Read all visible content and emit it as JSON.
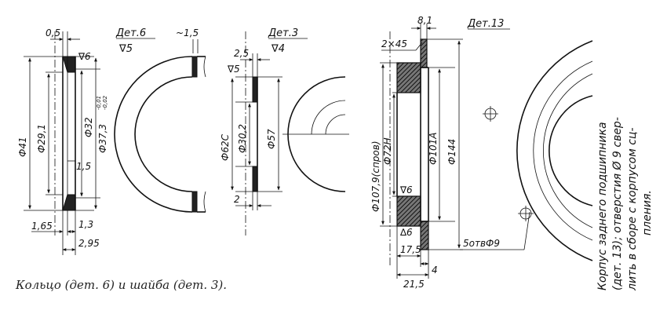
{
  "caption": "Кольцо (дет. 6) и шайба (дет. 3).",
  "note_lines": [
    "Корпус заднего подшипника",
    "(дет. 13); отверстия Ø 9 свер-",
    "лить в сборе с корпусом сц-",
    "пления."
  ],
  "part6": {
    "title": "Дет.6",
    "finish": "∇5",
    "dims": {
      "top": "0,5",
      "surface": "∇6",
      "d_outer": "Ф41",
      "d_inner": "Ф29,1",
      "d_bore": "Ф32",
      "d_fit": "Ф37,3",
      "tol_upper": "-0,01",
      "tol_lower": "-0,02",
      "step": "1,5",
      "bottom_left": "1,65",
      "bottom_mid": "1,3",
      "bottom_total": "2,95",
      "thickness": "~1,5"
    }
  },
  "part3": {
    "title": "Дет.3",
    "finish": "∇4",
    "dims": {
      "top": "2,5",
      "surface": "∇5",
      "d_outer": "Ф62С",
      "d_inner": "Ф30,2",
      "d_mid": "Ф57",
      "bottom": "2"
    }
  },
  "part13": {
    "title": "Дет.13",
    "dims": {
      "top": "8,1",
      "chamfer": "2×45",
      "d_big": "Ф107,9(спров)",
      "d_h": "Ф72Н",
      "d_101": "Ф101А",
      "d_144": "Ф144",
      "surface_top": "∇6",
      "surface_bottom": "∆6",
      "holes": "5отвФ9",
      "d_175": "17,5",
      "d_4": "4",
      "d_215": "21,5"
    }
  }
}
